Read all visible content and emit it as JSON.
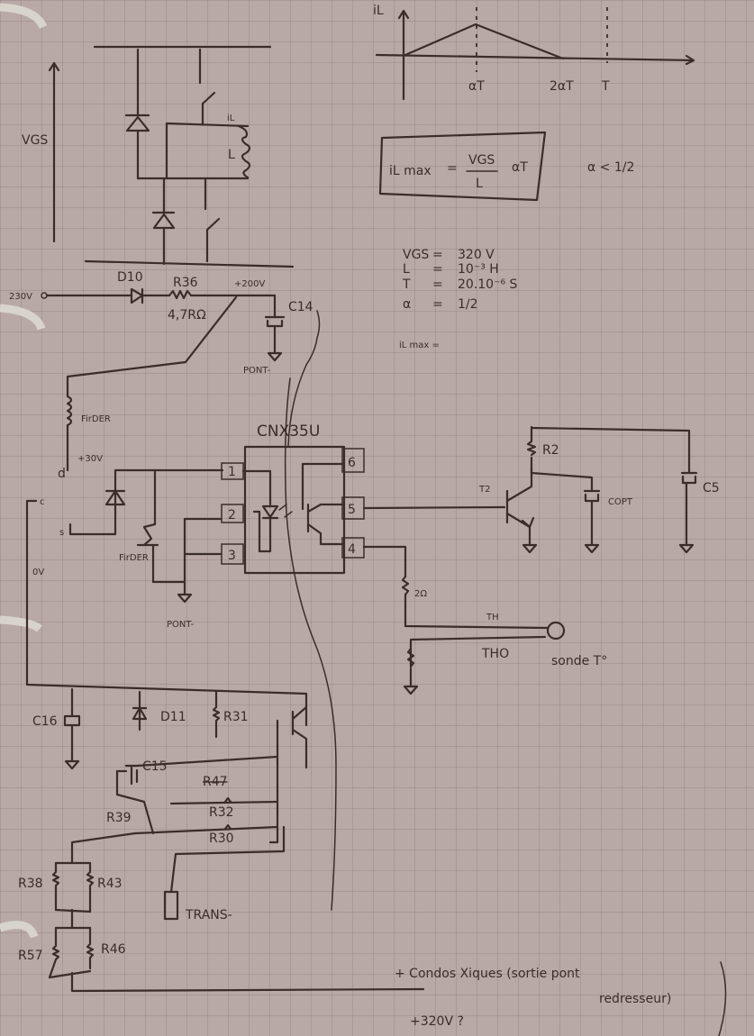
{
  "waveform": {
    "y_label": "iL",
    "x_ticks": [
      "αT",
      "2αT",
      "T"
    ],
    "shape": "triangle rising from 0 to peak at αT, falling to 0 at 2αT, zero until T"
  },
  "formula": {
    "boxed_lhs": "iL max",
    "boxed_num": "VGS",
    "boxed_den": "L",
    "boxed_factor": "αT",
    "equals": "=",
    "constraint": "α < 1/2"
  },
  "params": [
    {
      "name": "VGS",
      "value": "320 V"
    },
    {
      "name": "L",
      "value": "10⁻³ H"
    },
    {
      "name": "T",
      "value": "20.10⁻⁶ S"
    },
    {
      "name": "α",
      "value": "1/2"
    }
  ],
  "result_line": "iL max =",
  "top_schematic": {
    "voltage_label": "VGS",
    "inductor_label": "L",
    "current_label": "iL"
  },
  "supply": {
    "input_label": "230V",
    "diode": "D10",
    "resistor": "R36",
    "resistor_value": "4,7RΩ",
    "rail_label": "+200V",
    "capacitor": "C14",
    "ground_label": "PONT-"
  },
  "transformer": {
    "label_top": "FirDER",
    "label_tap": "+30V",
    "pin_d": "d",
    "pin_c": "c",
    "pin_s": "s",
    "rail_0v": "0V",
    "label_bottom": "FirDER",
    "ground_label": "PONT-"
  },
  "optocoupler": {
    "part": "CNX35U",
    "pins": [
      "1",
      "2",
      "3",
      "4",
      "5",
      "6"
    ]
  },
  "right_stage": {
    "resistor": "R2",
    "transistor": "T2",
    "cap1": "COPT",
    "cap2": "C5",
    "series_resistor": "2Ω",
    "wire1": "TH",
    "wire2": "THO",
    "probe_label": "sonde T°"
  },
  "bottom_stage": {
    "cap": "C16",
    "diode": "D11",
    "resistor": "R31",
    "cap2": "C15",
    "crossed_label": "R47",
    "r_a": "R32",
    "r_b": "R39",
    "r_c": "R30",
    "r_d": "R38",
    "r_e": "R43",
    "r_f": "R57",
    "r_g": "R46",
    "terminal": "TRANS-"
  },
  "note": {
    "line1": "+ Condos Xiques (sortie pont",
    "line2": "redresseur)",
    "line3": "+320V ?"
  }
}
